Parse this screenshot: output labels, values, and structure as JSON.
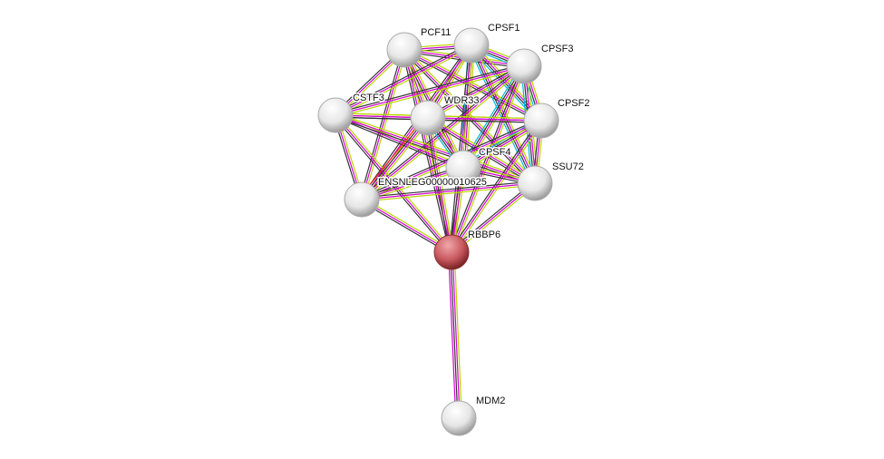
{
  "network": {
    "nodes": [
      {
        "id": "PCF11",
        "label": "PCF11",
        "query": false
      },
      {
        "id": "CPSF1",
        "label": "CPSF1",
        "query": false
      },
      {
        "id": "CPSF3",
        "label": "CPSF3",
        "query": false
      },
      {
        "id": "CSTF3",
        "label": "CSTF3",
        "query": false
      },
      {
        "id": "WDR33",
        "label": "WDR33",
        "query": false
      },
      {
        "id": "CPSF2",
        "label": "CPSF2",
        "query": false
      },
      {
        "id": "CPSF4",
        "label": "CPSF4",
        "query": false
      },
      {
        "id": "SSU72",
        "label": "SSU72",
        "query": false
      },
      {
        "id": "ENSNLEG",
        "label": "ENSNLEG00000010625",
        "query": false
      },
      {
        "id": "RBBP6",
        "label": "RBBP6",
        "query": true
      },
      {
        "id": "MDM2",
        "label": "MDM2",
        "query": false
      }
    ],
    "evidence_colors": {
      "coexpression": "#333333",
      "experiments": "#d400d4",
      "textmining": "#b8d400",
      "database": "#00b8e0",
      "neighborhood": "#ff2020"
    },
    "node_color": "#e8e8e8",
    "query_color": "#c84a50"
  }
}
